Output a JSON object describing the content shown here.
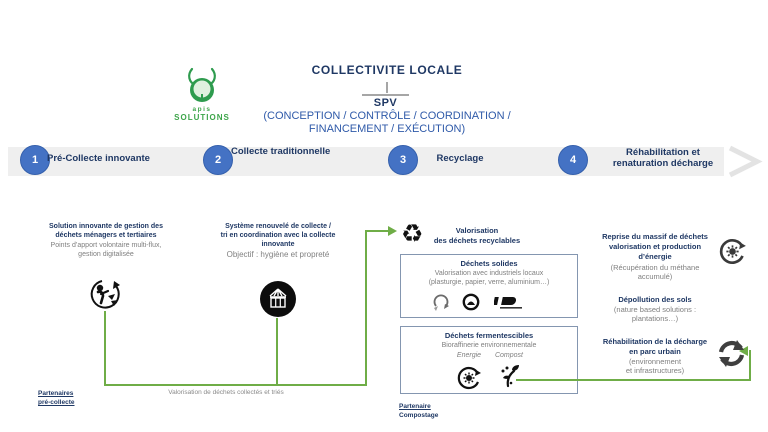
{
  "header": {
    "logo_top": "apis",
    "logo_bottom": "solutions",
    "title": "COLLECTIVITE LOCALE",
    "spv": "SPV",
    "spv_line1": "(CONCEPTION  / CONTRÔLE  / COORDINATION  /",
    "spv_line2": "FINANCEMENT  / EXÉCUTION)"
  },
  "stages": [
    {
      "num": "1",
      "label": "Pré-Collecte innovante"
    },
    {
      "num": "2",
      "label": "Collecte traditionnelle"
    },
    {
      "num": "3",
      "label": "Recyclage"
    },
    {
      "num": "4",
      "label1": "Réhabilitation  et",
      "label2": "renaturation décharge"
    }
  ],
  "precollecte": {
    "title1": "Solution  innovante  de gestion des",
    "title2": "déchets ménagers et tertiaires",
    "sub1": "Points d’apport volontaire multi-flux,",
    "sub2": "gestion digitalisée",
    "partner1": "Partenaires",
    "partner2": "pré-collecte"
  },
  "collecte": {
    "title1": "Système renouvelé de collecte /",
    "title2": "tri en coordination avec  la collecte",
    "title3": "innovante",
    "objective": "Objectif : hygiène et propreté"
  },
  "recyclage": {
    "heading1": "Valorisation",
    "heading2": "des déchets recyclables",
    "solides_title": "Déchets solides",
    "solides_line1": "Valorisation avec industriels locaux",
    "solides_line2": "(plasturgie, papier, verre, aluminium…)",
    "ferment_title": "Déchets fermentescibles",
    "ferment_sub": "Bioraffinerie environnementale",
    "energie_label": "Energie",
    "compost_label": "Compost",
    "partner1": "Partenaire",
    "partner2": "Compostage",
    "caption": "Valorisation de déchets collectés  et triés"
  },
  "rehabilitation": {
    "item1_t1": "Reprise du massif de déchets",
    "item1_t2": "valorisation et production",
    "item1_t3": "d’énergie",
    "item1_s1": "(Récupération du méthane",
    "item1_s2": "accumulé)",
    "item2_t": "Dépollution des sols",
    "item2_s1": "(nature based  solutions :",
    "item2_s2": "plantations…)",
    "item3_t1": "Réhabilitation de la décharge",
    "item3_t2": "en parc urbain",
    "item3_s1": "(environnement",
    "item3_s2": "et infrastructures)"
  },
  "icons": {
    "recycle": "♻"
  },
  "colors": {
    "navy": "#1F3864",
    "blue_text": "#2F5AA9",
    "stage_circle": "#4472C4",
    "band": "#EFEFEF",
    "green_line": "#6FAD47",
    "apis_green": "#2E9B4E",
    "gray_text": "#7F7F7F",
    "box_border": "#8496B0"
  }
}
